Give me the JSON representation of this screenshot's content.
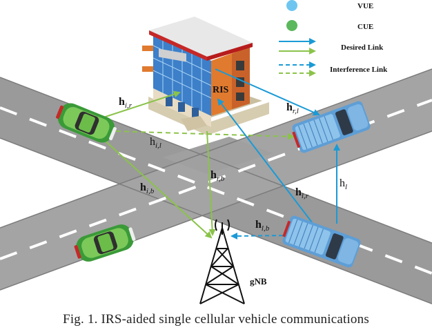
{
  "legend": {
    "vue": "VUE",
    "cue": "CUE",
    "desired_link": "Desired Link",
    "interference_link": "Interference Link",
    "colors": {
      "vue": "#6ec6f0",
      "cue": "#5cb85c",
      "desired_blue": "#1a9ad6",
      "desired_green": "#8bc34a"
    }
  },
  "labels": {
    "ris": "RIS",
    "gnb": "gNB",
    "h_ir": {
      "main": "h",
      "sub": "i,r"
    },
    "h_il": {
      "main": "h",
      "sub": "i,l"
    },
    "h_rl": {
      "main": "h",
      "sub": "r,l"
    },
    "h_rb": {
      "main": "h",
      "sub": "r,b"
    },
    "h_ib": {
      "main": "h",
      "sub": "i,b"
    },
    "h_lr": {
      "main": "h",
      "sub": "l,r"
    },
    "h_l": {
      "main": "h",
      "sub": "l"
    },
    "h_lb": {
      "main": "h",
      "sub": "l,b"
    }
  },
  "caption": "Fig. 1.  IRS-aided single cellular vehicle communications"
}
